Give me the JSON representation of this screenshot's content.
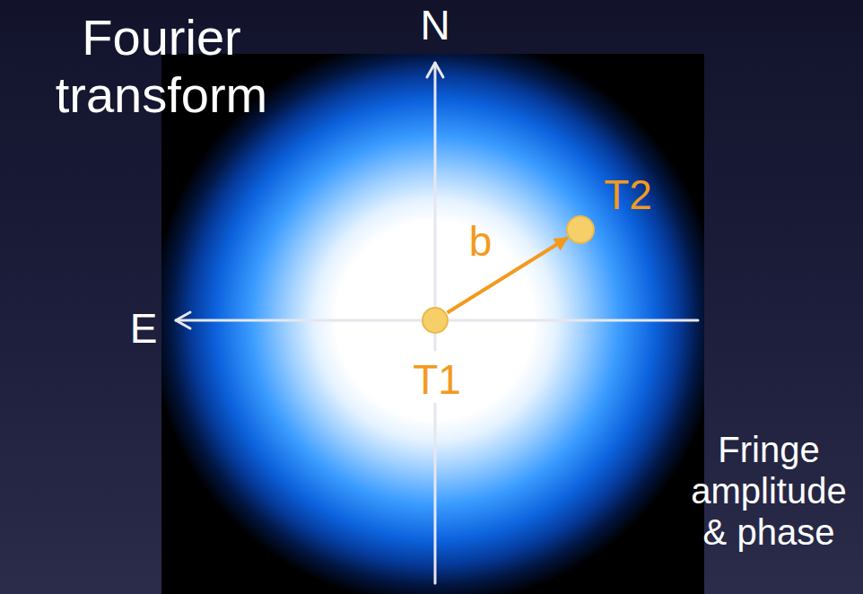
{
  "diagram": {
    "nodes": [
      {
        "text": [
          "T1"
        ]
      },
      {
        "text": [
          "T2"
        ]
      }
    ],
    "edges": [
      {
        "from": 0,
        "to": 1,
        "label": "b",
        "arrow": "to"
      }
    ],
    "labels": [
      "Fourier transform",
      "N",
      "E",
      "Fringe amplitude & phase"
    ]
  }
}
